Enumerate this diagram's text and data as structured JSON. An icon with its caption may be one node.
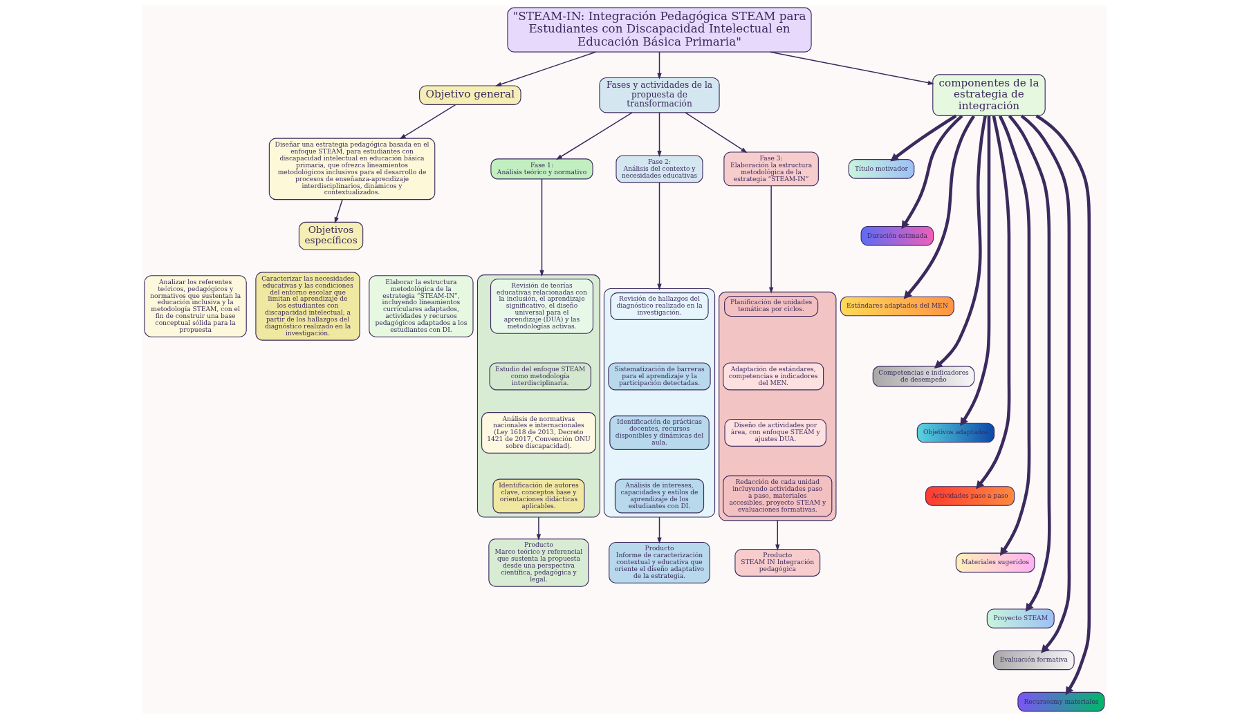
{
  "diagram": {
    "nodes": [
      {
        "text": [
          "\"STEAM-IN: Integración Pedagógica STEAM para Estudiantes con Discapacidad Intelectual en Educación Básica Primaria\""
        ]
      },
      {
        "text": [
          "Objetivo general"
        ]
      },
      {
        "text": [
          "Diseñar una estrategia pedagógica basada en el enfoque STEAM, para estudiantes con discapacidad intelectual en educación básica primaria, que ofrezca lineamientos metodológicos inclusivos para el desarrollo de procesos de enseñanza-aprendizaje interdisciplinarios, dinámicos y contextualizados."
        ]
      },
      {
        "text": [
          "Objetivos específicos"
        ]
      },
      {
        "text": [
          "Analizar los referentes teóricos, pedagógicos y normativos que sustentan la educación inclusiva y la metodología STEAM, con el fin de construir una base conceptual sólida para la propuesta"
        ]
      },
      {
        "text": [
          "Caracterizar las necesidades educativas y las condiciones del entorno escolar que limitan el aprendizaje de los estudiantes con discapacidad intelectual, a partir de los hallazgos del diagnóstico realizado en la investigación."
        ]
      },
      {
        "text": [
          "Elaborar la estructura metodológica de la estrategia “STEAM-IN”, incluyendo lineamientos curriculares adaptados, actividades y recursos pedagógicos adaptados a los estudiantes con DI."
        ]
      },
      {
        "text": [
          "Fases y actividades de la propuesta de transformación"
        ]
      },
      {
        "text": [
          "Fase 1:",
          "Análisis teórico y normativo"
        ]
      },
      {
        "text": [
          "Fase 2:",
          "Análisis del contexto y necesidades educativas"
        ]
      },
      {
        "text": [
          "Fase 3:",
          "Elaboración la estructura metodológica de la estrategia “STEAM-IN”"
        ]
      },
      {
        "text": [],
        "shape": "box"
      },
      {
        "text": [
          "Revisión de teorías educativas relacionadas con la inclusión, el aprendizaje significativo, el diseño universal para el aprendizaje (DUA) y las metodologías activas."
        ],
        "in": 11
      },
      {
        "text": [
          "Estudio del enfoque STEAM como metodología interdisciplinaria."
        ],
        "in": 11
      },
      {
        "text": [
          "Análisis de normativas nacionales e internacionales (Ley 1618 de 2013, Decreto 1421 de 2017, Convención ONU sobre discapacidad)."
        ],
        "in": 11
      },
      {
        "text": [
          "Identificación de autores clave, conceptos base y orientaciones didácticas aplicables."
        ],
        "in": 11
      },
      {
        "text": [
          "Producto",
          "Marco teórico y referencial que sustenta la propuesta desde una perspectiva científica, pedagógica y legal."
        ]
      },
      {
        "text": [],
        "shape": "box"
      },
      {
        "text": [
          "Revisión de hallazgos del diagnóstico realizado en la investigación."
        ],
        "in": 17
      },
      {
        "text": [
          "Sistematización de barreras para el aprendizaje y la participación detectadas."
        ],
        "in": 17
      },
      {
        "text": [
          "Identificación de prácticas docentes, recursos disponibles y dinámicas del aula."
        ],
        "in": 17
      },
      {
        "text": [
          "Análisis de intereses, capacidades y estilos de aprendizaje de los estudiantes con DI."
        ],
        "in": 17
      },
      {
        "text": [
          "Producto",
          "Informe de caracterización contextual y educativa que oriente el diseño adaptativo de la estrategia."
        ]
      },
      {
        "text": [],
        "shape": "box"
      },
      {
        "text": [
          "Planificación de unidades temáticas por ciclos."
        ],
        "in": 23
      },
      {
        "text": [
          "Adaptación de estándares, competencias e indicadores del MEN."
        ],
        "in": 23
      },
      {
        "text": [
          "Diseño de actividades por área, con enfoque STEAM y ajustes DUA."
        ],
        "in": 23
      },
      {
        "text": [
          "Redacción de cada unidad incluyendo actividades paso a paso, materiales accesibles, proyecto STEAM y evaluaciones formativas."
        ],
        "in": 23
      },
      {
        "text": [
          "Producto",
          "STEAM IN Integración pedagógica"
        ]
      },
      {
        "text": [
          "componentes de la estrategia de integración"
        ]
      },
      {
        "text": [
          "Título motivador"
        ]
      },
      {
        "text": [
          "Duración estimada"
        ]
      },
      {
        "text": [
          "Estándares adaptados del MEN"
        ]
      },
      {
        "text": [
          "Competencias e indicadores de desempeño"
        ]
      },
      {
        "text": [
          "Objetivos adaptados"
        ]
      },
      {
        "text": [
          "Actividades paso a paso"
        ]
      },
      {
        "text": [
          "Materiales sugeridos"
        ]
      },
      {
        "text": [
          "Proyecto STEAM"
        ]
      },
      {
        "text": [
          "Evaluación formativa"
        ]
      },
      {
        "text": [
          "Recursosmy materiales"
        ]
      }
    ],
    "edges": [
      {
        "from": 0,
        "to": 1,
        "arrow": "to"
      },
      {
        "from": 0,
        "to": 7,
        "arrow": "to"
      },
      {
        "from": 0,
        "to": 29,
        "arrow": "to"
      },
      {
        "from": 1,
        "to": 2,
        "arrow": "to"
      },
      {
        "from": 2,
        "to": 3,
        "arrow": "to"
      },
      {
        "from": 7,
        "to": 8,
        "arrow": "to"
      },
      {
        "from": 7,
        "to": 9,
        "arrow": "to"
      },
      {
        "from": 7,
        "to": 10,
        "arrow": "to"
      },
      {
        "from": 8,
        "to": 11,
        "arrow": "to"
      },
      {
        "from": 9,
        "to": 17,
        "arrow": "to"
      },
      {
        "from": 10,
        "to": 23,
        "arrow": "to"
      },
      {
        "from": 11,
        "to": 16,
        "arrow": "to"
      },
      {
        "from": 17,
        "to": 22,
        "arrow": "to"
      },
      {
        "from": 23,
        "to": 28,
        "arrow": "to"
      },
      {
        "from": 29,
        "to": 30,
        "arrow": "to",
        "style": "thick"
      },
      {
        "from": 29,
        "to": 31,
        "arrow": "to",
        "style": "thick"
      },
      {
        "from": 29,
        "to": 32,
        "arrow": "to",
        "style": "thick"
      },
      {
        "from": 29,
        "to": 33,
        "arrow": "to",
        "style": "thick"
      },
      {
        "from": 29,
        "to": 34,
        "arrow": "to",
        "style": "thick"
      },
      {
        "from": 29,
        "to": 35,
        "arrow": "to",
        "style": "thick"
      },
      {
        "from": 29,
        "to": 36,
        "arrow": "to",
        "style": "thick"
      },
      {
        "from": 29,
        "to": 37,
        "arrow": "to",
        "style": "thick"
      },
      {
        "from": 29,
        "to": 38,
        "arrow": "to",
        "style": "thick"
      },
      {
        "from": 29,
        "to": 39,
        "arrow": "to",
        "style": "thick"
      }
    ]
  }
}
